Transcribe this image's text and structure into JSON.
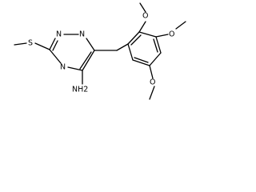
{
  "molecule": {
    "atom_labels": {
      "s": "S",
      "n2": "N",
      "n1": "N",
      "n4": "N",
      "nh2": "NH2",
      "o1": "O",
      "o2": "O",
      "o3": "O"
    },
    "colors": {
      "bond": "#000000",
      "text": "#000000",
      "background": "#ffffff"
    }
  }
}
